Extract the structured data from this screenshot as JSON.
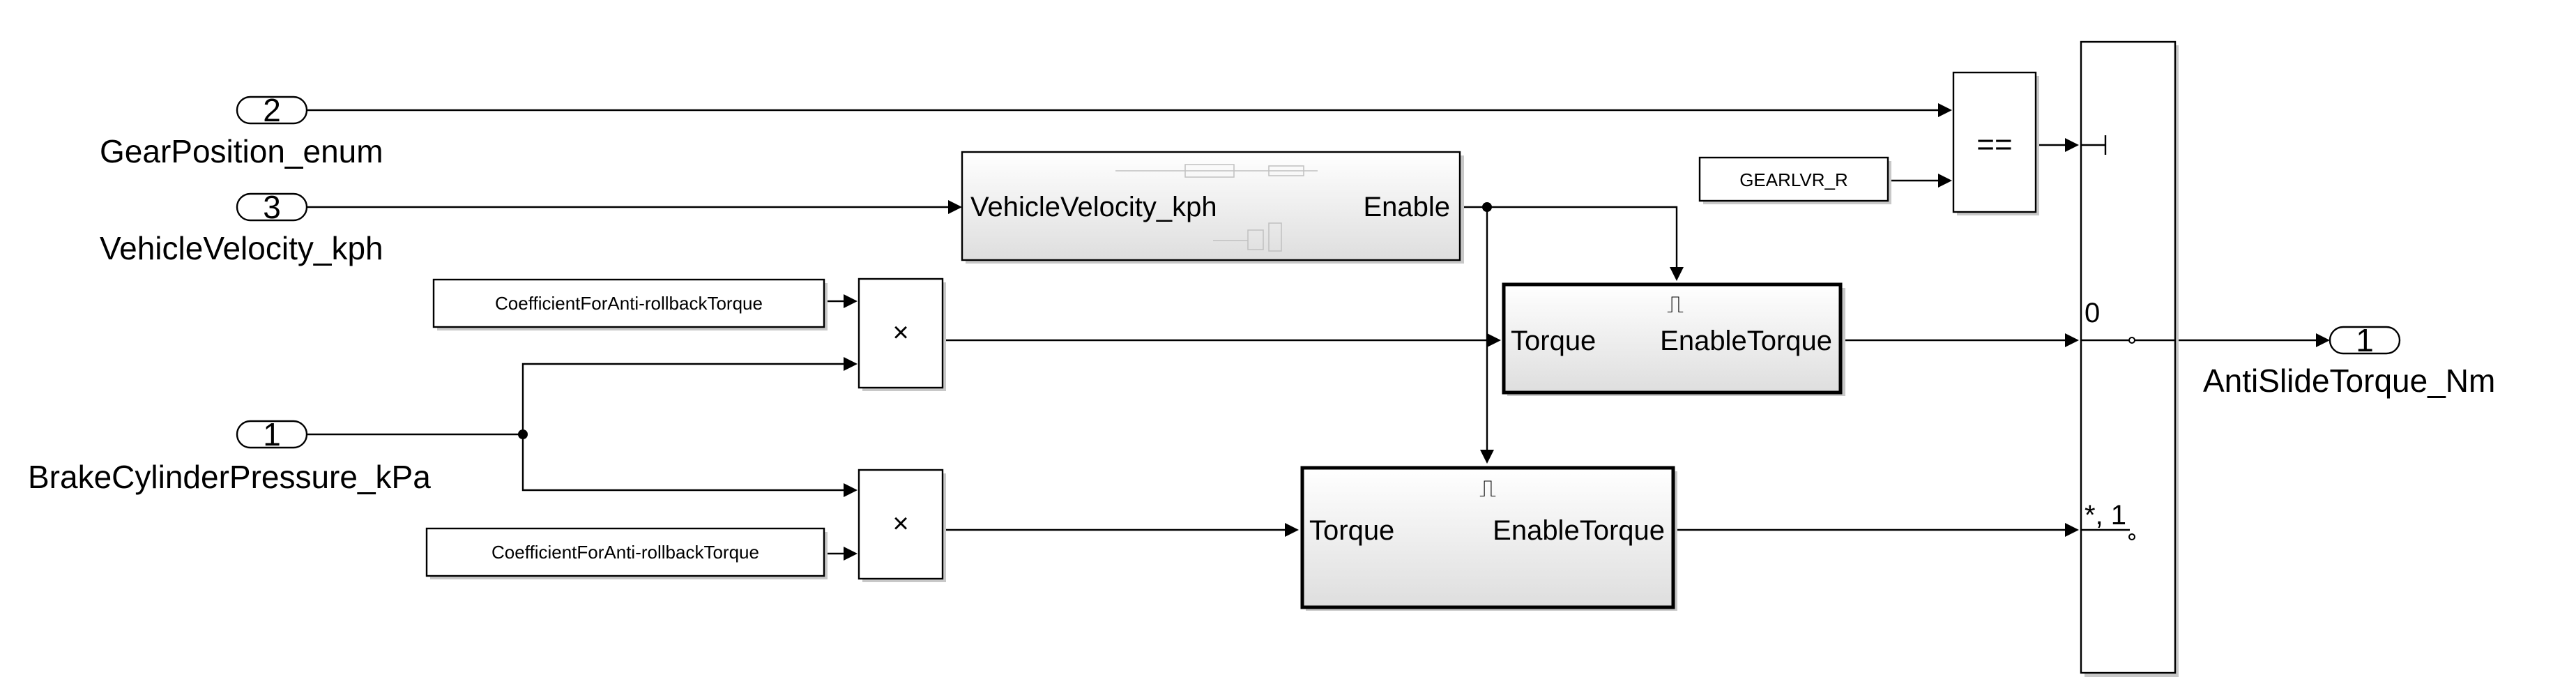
{
  "inports": [
    {
      "number": "2",
      "label": "GearPosition_enum"
    },
    {
      "number": "3",
      "label": "VehicleVelocity_kph"
    },
    {
      "number": "1",
      "label": "BrakeCylinderPressure_kPa"
    }
  ],
  "outport": {
    "number": "1",
    "label": "AntiSlideTorque_Nm"
  },
  "constants": {
    "coef_top": "CoefficientForAnti-rollbackTorque",
    "coef_bottom": "CoefficientForAnti-rollbackTorque",
    "gear": "GEARLVR_R"
  },
  "operators": {
    "relational": "==",
    "product_top": "×",
    "product_bottom": "×"
  },
  "velocity_subsystem": {
    "input_label": "VehicleVelocity_kph",
    "output_label": "Enable"
  },
  "enabled_top": {
    "input_label": "Torque",
    "output_label": "EnableTorque",
    "enable_symbol": "⎍"
  },
  "enabled_bottom": {
    "input_label": "Torque",
    "output_label": "EnableTorque",
    "enable_symbol": "⎍"
  },
  "switch": {
    "port0_label": "0",
    "port1_label": "*, 1"
  }
}
